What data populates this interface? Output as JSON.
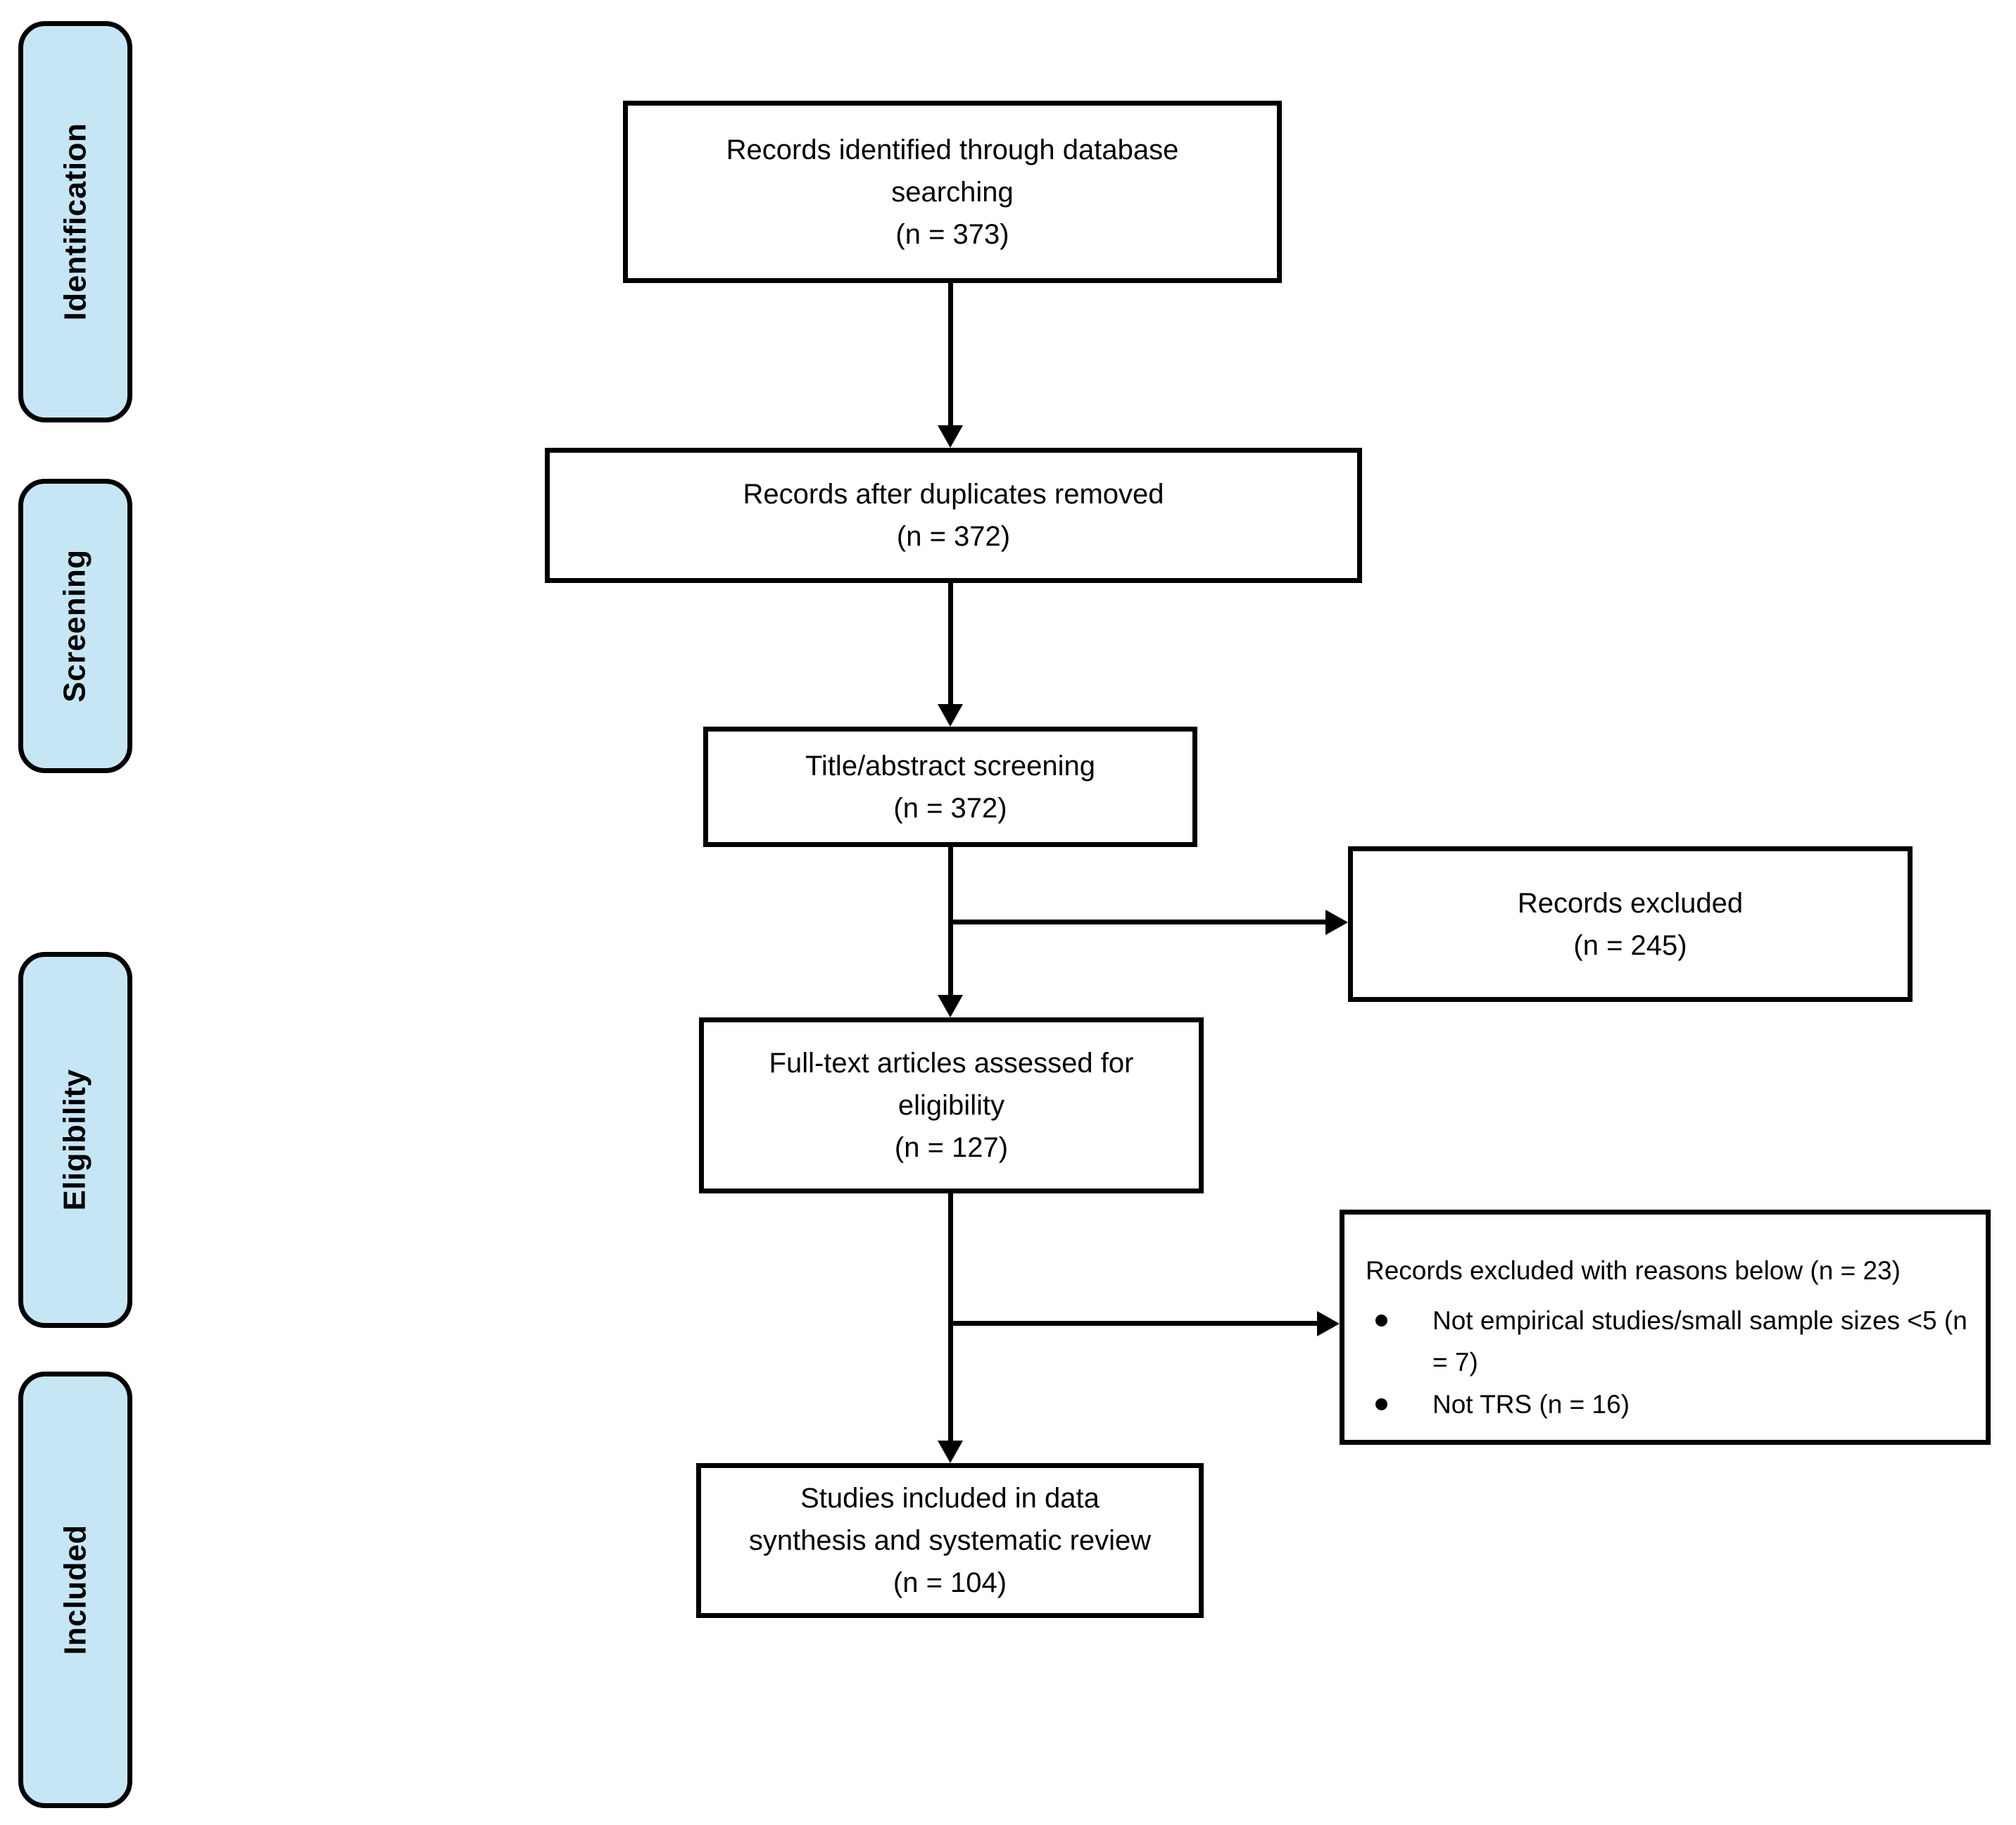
{
  "sidebar": {
    "fill_color": "#c7e6f5",
    "stages": [
      "Identification",
      "Screening",
      "Eligibility",
      "Included"
    ]
  },
  "boxes": {
    "identified": {
      "lines": [
        "Records identified through database",
        "searching",
        "(n = 373)"
      ]
    },
    "deduplicated": {
      "lines": [
        "Records after duplicates removed",
        "(n = 372)"
      ]
    },
    "title_abstract": {
      "lines": [
        "Title/abstract screening",
        "(n = 372)"
      ]
    },
    "records_excluded": {
      "lines": [
        "Records excluded",
        "(n = 245)"
      ]
    },
    "full_text": {
      "lines": [
        "Full-text articles assessed for",
        "eligibility",
        "(n = 127)"
      ]
    },
    "excluded_reasons": {
      "title": "Records excluded with reasons below (n = 23)",
      "bullets": [
        "Not empirical studies/small sample sizes <5 (n = 7)",
        "Not TRS (n = 16)"
      ]
    },
    "included": {
      "lines": [
        "Studies included in data",
        "synthesis and systematic review",
        "(n = 104)"
      ]
    }
  }
}
